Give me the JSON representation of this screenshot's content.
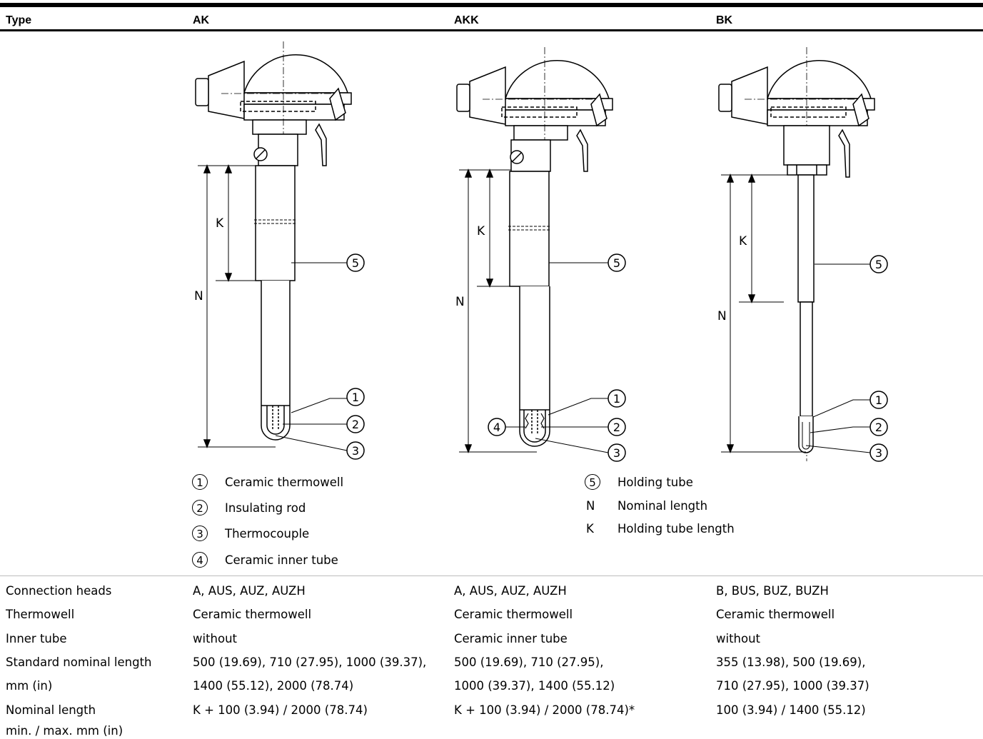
{
  "header": {
    "type": "Type",
    "ak": "AK",
    "akk": "AKK",
    "bk": "BK"
  },
  "drawing_labels": {
    "k": "K",
    "n": "N",
    "c1": "1",
    "c2": "2",
    "c3": "3",
    "c4": "4",
    "c5": "5"
  },
  "legend": {
    "left": [
      {
        "num": "1",
        "text": "Ceramic thermowell"
      },
      {
        "num": "2",
        "text": "Insulating rod"
      },
      {
        "num": "3",
        "text": "Thermocouple"
      },
      {
        "num": "4",
        "text": "Ceramic inner tube"
      }
    ],
    "right": [
      {
        "num": "5",
        "text": "Holding tube"
      },
      {
        "key": "N",
        "text": "Nominal length"
      },
      {
        "key": "K",
        "text": "Holding tube length"
      }
    ]
  },
  "table": {
    "rows": [
      {
        "label": "Connection heads",
        "ak": "A, AUS, AUZ, AUZH",
        "akk": "A, AUS, AUZ, AUZH",
        "bk": "B, BUS, BUZ, BUZH"
      },
      {
        "label": "Thermowell",
        "ak": "Ceramic thermowell",
        "akk": "Ceramic thermowell",
        "bk": "Ceramic thermowell"
      },
      {
        "label": "Inner tube",
        "ak": "without",
        "akk": "Ceramic inner tube",
        "bk": "without"
      },
      {
        "label": "Standard nominal length",
        "ak": "500 (19.69), 710 (27.95), 1000 (39.37),",
        "akk": "500 (19.69), 710 (27.95),",
        "bk": "355 (13.98), 500 (19.69),"
      },
      {
        "label": "mm (in)",
        "ak": "1400 (55.12), 2000 (78.74)",
        "akk": "1000 (39.37), 1400 (55.12)",
        "bk": "710 (27.95), 1000 (39.37)"
      },
      {
        "label": "Nominal length",
        "ak": "K + 100 (3.94) / 2000 (78.74)",
        "akk": "K + 100 (3.94) / 2000 (78.74)*",
        "bk": "100 (3.94) / 1400 (55.12)"
      },
      {
        "label": "min. / max. mm (in)",
        "ak": "",
        "akk": "",
        "bk": ""
      }
    ]
  }
}
